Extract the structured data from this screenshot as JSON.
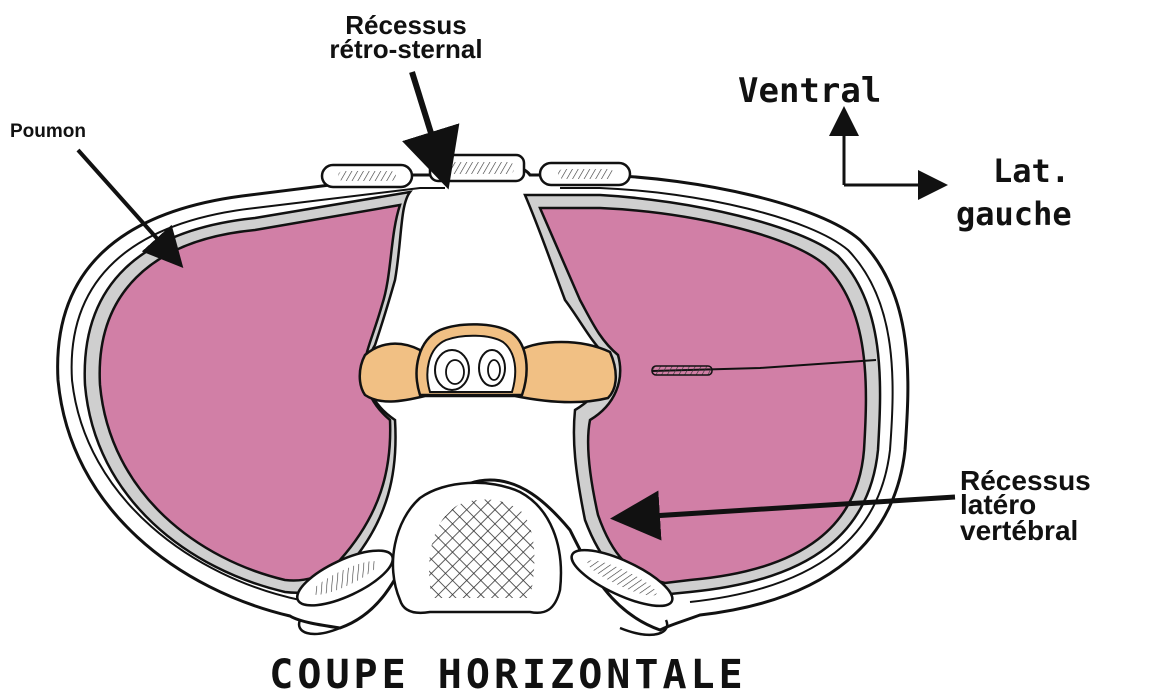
{
  "labels": {
    "poumon": "Poumon",
    "recessus_retro_sternal": [
      "Récessus",
      "rétro-sternal"
    ],
    "recessus_latero_vertebral": [
      "Récessus",
      "latéro",
      "vertébral"
    ],
    "orientation": {
      "ventral": "Ventral",
      "lat_gauche": [
        "Lat.",
        "gauche"
      ]
    },
    "title": "COUPE HORIZONTALE"
  },
  "colors": {
    "lung": "#d17fa6",
    "pleura_gap": "#cfcfcf",
    "structure": "#f1c084",
    "outline": "#111111",
    "background": "#ffffff"
  }
}
